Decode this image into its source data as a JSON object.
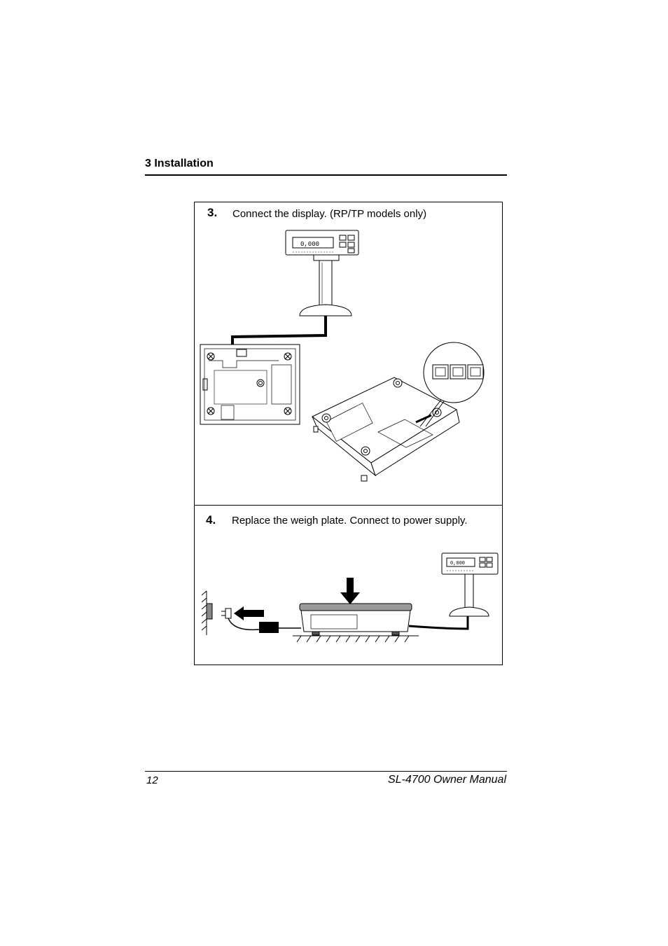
{
  "header": {
    "section_title": "3   Installation"
  },
  "steps": [
    {
      "number": "3.",
      "text": "Connect the display. (RP/TP models only)"
    },
    {
      "number": "4.",
      "text": "Replace the weigh plate.  Connect to power supply."
    }
  ],
  "display_readout": {
    "step3": "0,000",
    "step4": "0,000"
  },
  "footer": {
    "page_number": "12",
    "manual_title": "SL-4700 Owner Manual"
  }
}
